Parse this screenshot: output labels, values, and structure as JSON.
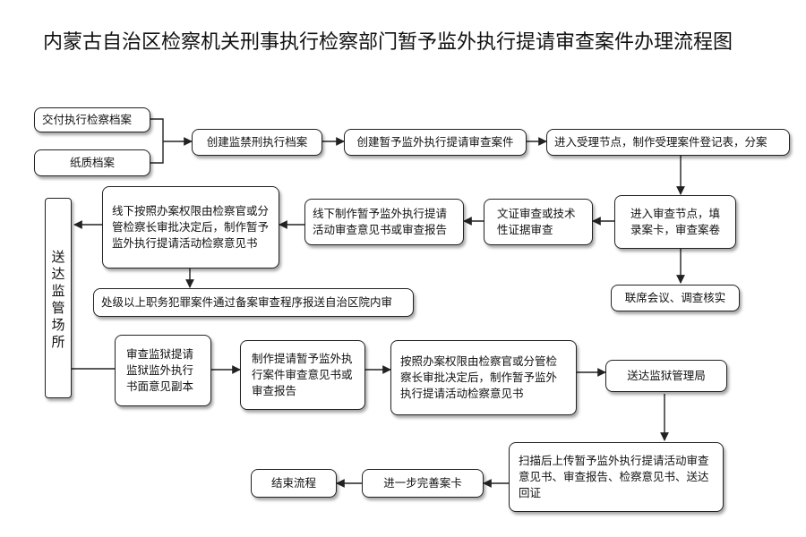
{
  "title": "内蒙古自治区检察机关刑事执行检察部门暂予监外执行提请审查案件办理流程图",
  "nodes": {
    "archive": "交付执行检察档案",
    "paper": "纸质档案",
    "create_archive": "创建监禁刑执行档案",
    "create_case": "创建暂予监外执行提请审查案件",
    "accept": "进入受理节点，制作受理案件登记表，分案",
    "review_node": "进入审查节点，填录案卡，审查案卷",
    "joint": "联席会议、调查核实",
    "evidence": "文证审查或技术性证据审查",
    "offline_draft": "线下制作暂予监外执行提请活动审查意见书或审查报告",
    "offline_decide": "线下按照办案权限由检察官或分管检察长审批决定后，制作暂予监外执行提请活动检察意见书",
    "filing": "处级以上职务犯罪案件通过备案审查程序报送自治区院内审",
    "delivery_place": "送达监管场所",
    "prison_copy": "审查监狱提请监狱监外执行书面意见副本",
    "make_opinion": "制作提请暂予监外执行案件审查意见书或审查报告",
    "decide_online": "按照办案权限由检察官或分管检察长审批决定后，制作暂予监外执行提请活动检察意见书",
    "send_prison": "送达监狱管理局",
    "upload": "扫描后上传暂予监外执行提请活动审查意见书、审查报告、检察意见书、送达回证",
    "improve": "进一步完善案卡",
    "end": "结束流程"
  },
  "colors": {
    "line": "#222222",
    "border": "#222222",
    "text": "#111111"
  }
}
